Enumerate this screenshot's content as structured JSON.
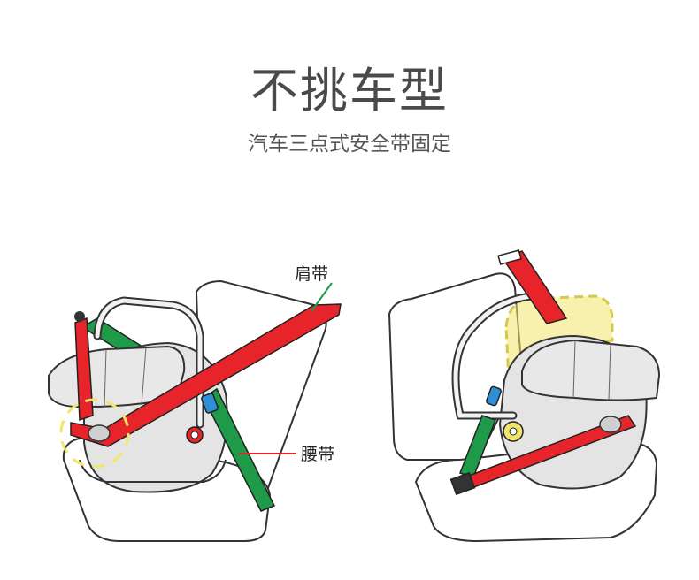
{
  "header": {
    "title": "不挑车型",
    "subtitle": "汽车三点式安全带固定"
  },
  "labels": {
    "shoulder_belt": "肩带",
    "lap_belt": "腰带"
  },
  "colors": {
    "shoulder_belt": "#e8242b",
    "lap_belt": "#1f9a48",
    "belt_clip": "#2f8fd6",
    "highlight": "#f2e66a",
    "seat_outline": "#333333",
    "carrier_fill": "#e4e4e4"
  }
}
